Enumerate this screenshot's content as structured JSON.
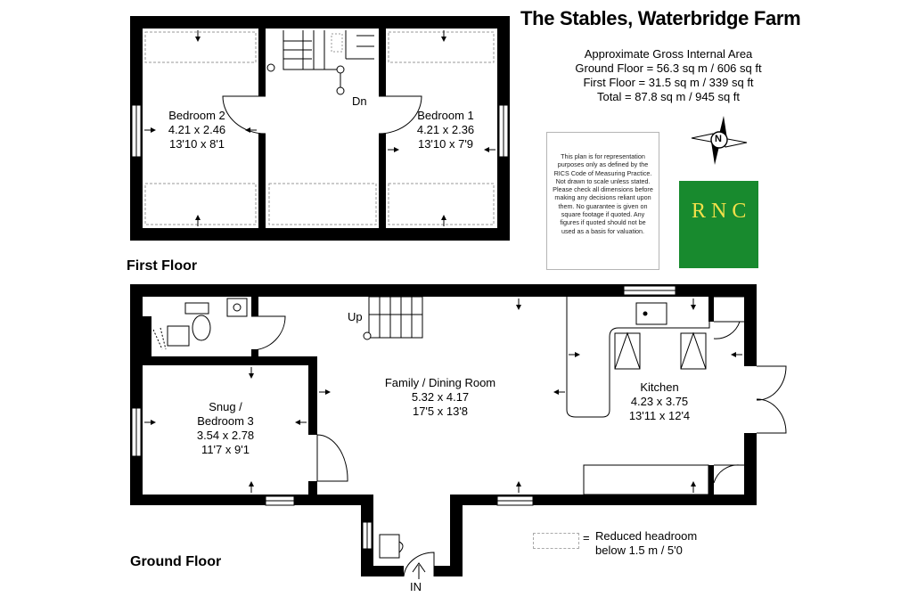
{
  "title": "The Stables, Waterbridge Farm",
  "area": {
    "heading": "Approximate Gross Internal Area",
    "ground": "Ground Floor = 56.3 sq m / 606 sq ft",
    "first": "First Floor = 31.5 sq m / 339 sq ft",
    "total": "Total = 87.8 sq m / 945 sq ft"
  },
  "disclaimer": "This plan is for representation purposes only as defined by the RICS Code of Measuring Practice. Not drawn to scale unless stated. Please check all dimensions before making any decisions reliant upon them. No guarantee is given on square footage if quoted. Any figures if quoted should not be used as a basis for valuation.",
  "logo_text": "RNC",
  "compass": "N",
  "colors": {
    "wall": "#000000",
    "logo_bg": "#188a2e",
    "logo_fg": "#f2e04a"
  },
  "first_floor": {
    "label": "First Floor",
    "stair_label": "Dn",
    "bedroom2": {
      "name": "Bedroom 2",
      "metric": "4.21 x 2.46",
      "imperial": "13'10 x 8'1"
    },
    "bedroom1": {
      "name": "Bedroom 1",
      "metric": "4.21 x 2.36",
      "imperial": "13'10 x 7'9"
    }
  },
  "ground_floor": {
    "label": "Ground Floor",
    "stair_label": "Up",
    "entrance_label": "IN",
    "family": {
      "name": "Family / Dining Room",
      "metric": "5.32 x 4.17",
      "imperial": "17'5 x 13'8"
    },
    "kitchen": {
      "name": "Kitchen",
      "metric": "4.23 x 3.75",
      "imperial": "13'11 x 12'4"
    },
    "snug": {
      "name": "Snug /",
      "name2": "Bedroom 3",
      "metric": "3.54 x 2.78",
      "imperial": "11'7 x 9'1"
    }
  },
  "legend": {
    "eq": "=",
    "line1": "Reduced headroom",
    "line2": "below 1.5 m / 5'0"
  }
}
